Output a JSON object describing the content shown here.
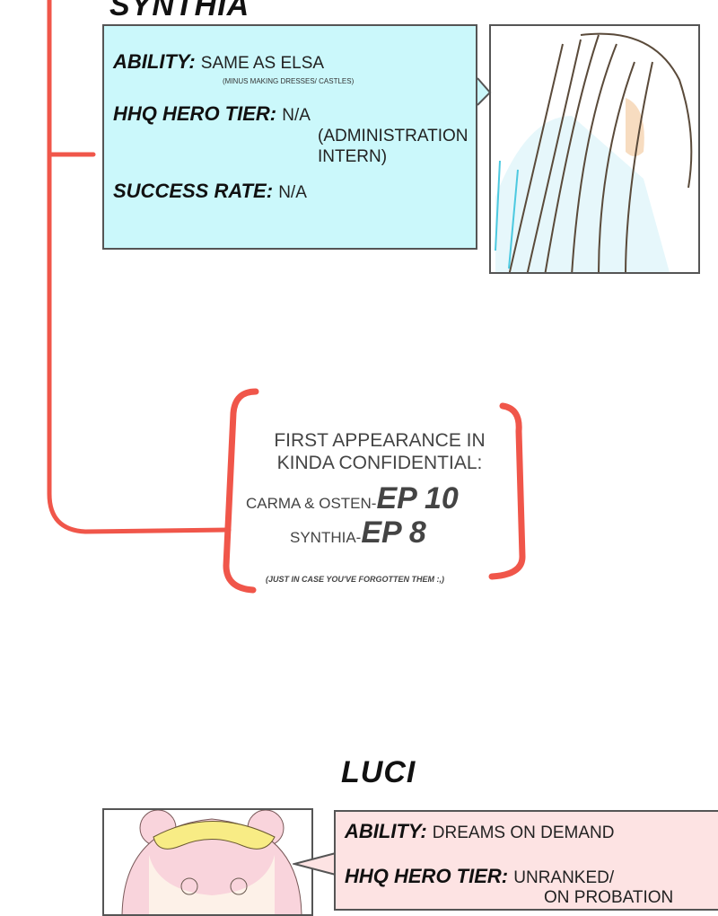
{
  "synthia": {
    "name": "SYNTHIA",
    "ability_label": "ABILITY",
    "ability_value": "SAME AS ELSA",
    "ability_note": "(MINUS MAKING DRESSES/ CASTLES)",
    "tier_label": "HHQ HERO TIER",
    "tier_value": "N/A",
    "tier_note_1": "(ADMINISTRATION",
    "tier_note_2": "INTERN)",
    "success_label": "SUCCESS RATE",
    "success_value": "N/A",
    "box_color": "#cbf8fb"
  },
  "note": {
    "line1": "FIRST APPEARANCE IN",
    "line2": "KINDA CONFIDENTIAL:",
    "row1_label": "CARMA & OSTEN-",
    "row1_ep": "EP 10",
    "row2_label": "SYNTHIA-",
    "row2_ep": "EP 8",
    "footnote": "(JUST IN CASE YOU'VE FORGOTTEN THEM :,)",
    "bracket_color": "#f0564a"
  },
  "luci": {
    "name": "LUCI",
    "ability_label": "ABILITY",
    "ability_value": "DREAMS ON DEMAND",
    "tier_label": "HHQ HERO TIER",
    "tier_value": "UNRANKED/",
    "tier_note": "ON PROBATION",
    "box_color": "#fde3e3"
  }
}
